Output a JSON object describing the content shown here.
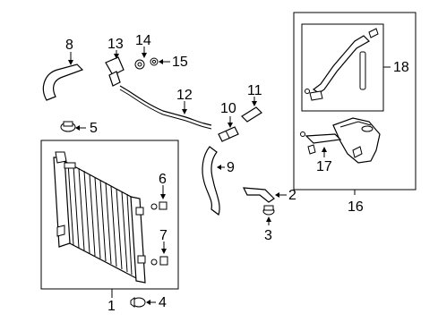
{
  "callouts": [
    {
      "id": "1",
      "text": "1"
    },
    {
      "id": "2",
      "text": "2"
    },
    {
      "id": "3",
      "text": "3"
    },
    {
      "id": "4",
      "text": "4"
    },
    {
      "id": "5",
      "text": "5"
    },
    {
      "id": "6",
      "text": "6"
    },
    {
      "id": "7",
      "text": "7"
    },
    {
      "id": "8",
      "text": "8"
    },
    {
      "id": "9",
      "text": "9"
    },
    {
      "id": "10",
      "text": "10"
    },
    {
      "id": "11",
      "text": "11"
    },
    {
      "id": "12",
      "text": "12"
    },
    {
      "id": "13",
      "text": "13"
    },
    {
      "id": "14",
      "text": "14"
    },
    {
      "id": "15",
      "text": "15"
    },
    {
      "id": "16",
      "text": "16"
    },
    {
      "id": "17",
      "text": "17"
    },
    {
      "id": "18",
      "text": "18"
    }
  ]
}
